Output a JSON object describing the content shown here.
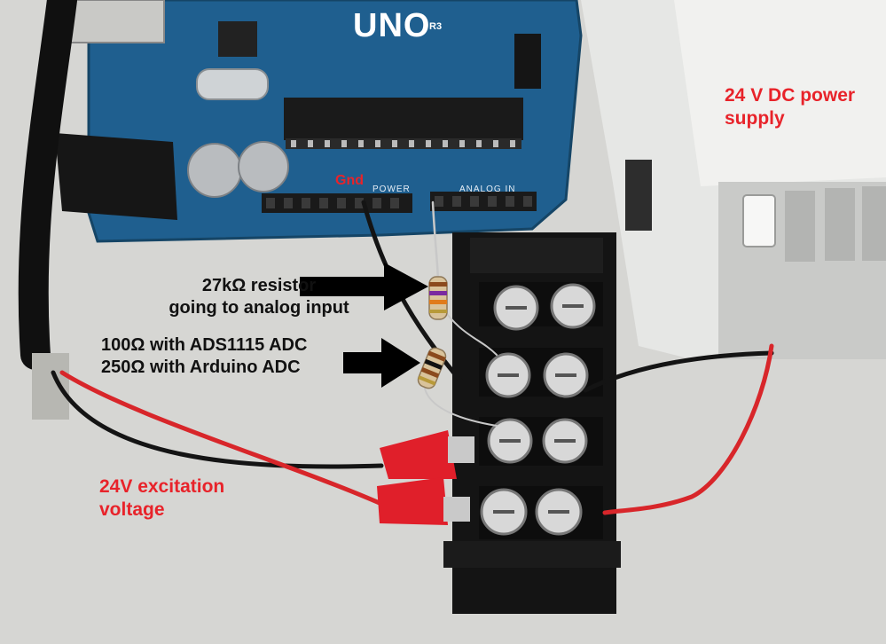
{
  "annotations": {
    "power_supply": [
      "24 V DC power",
      "supply"
    ],
    "ground": "Gnd",
    "resistor_27k": [
      "27kΩ resistor",
      "going to analog input"
    ],
    "shunt_resistor": [
      "100Ω with ADS1115 ADC",
      "250Ω with Arduino ADC"
    ],
    "excitation": [
      "24V excitation",
      "voltage"
    ]
  },
  "board_markings": {
    "brand": "UNO",
    "revision": "R3",
    "power_header": "POWER",
    "analog_header": "ANALOG IN"
  },
  "colors": {
    "annotation_red": "#e8232a",
    "board_blue": "#1f5f8f",
    "terminal_black": "#111111",
    "psu_gray": "#d4d5d3"
  },
  "icons": [
    "arrow-right-icon",
    "arrow-right-icon"
  ]
}
